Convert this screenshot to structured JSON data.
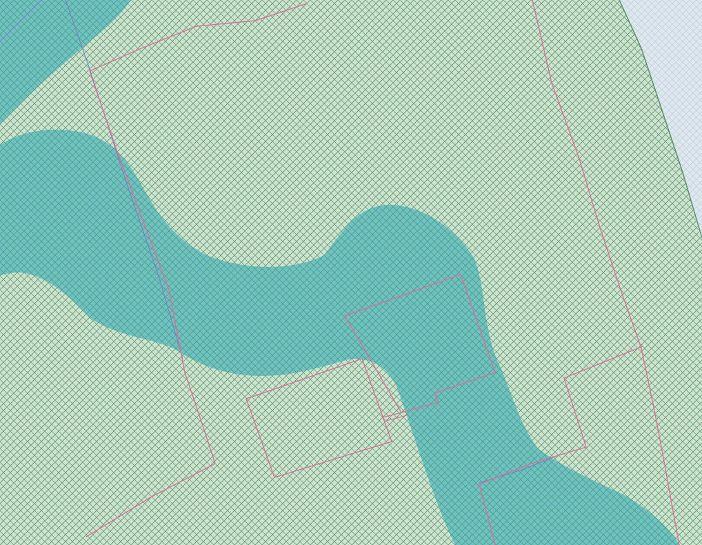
{
  "map": {
    "colors": {
      "background": "#e9f0f4",
      "land_fill": "#cfe3cf",
      "hatch_line": "#5a9a6a",
      "hatch_line_secondary": "#6fa58a",
      "water_fill": "#4fb8c4",
      "outside_area": "#dde7ee",
      "outside_hatch": "#b8c8d8",
      "parcel_line": "#d9709a",
      "boundary_line": "#5d8f63",
      "creek_line": "#7a7fc0"
    },
    "layers": [
      {
        "id": "land-area",
        "kind": "zone-hatch"
      },
      {
        "id": "outside-area",
        "kind": "no-data"
      },
      {
        "id": "water-channel",
        "kind": "water"
      },
      {
        "id": "parcel-boundaries",
        "kind": "property-lines"
      },
      {
        "id": "building-footprints",
        "kind": "structures"
      }
    ]
  }
}
